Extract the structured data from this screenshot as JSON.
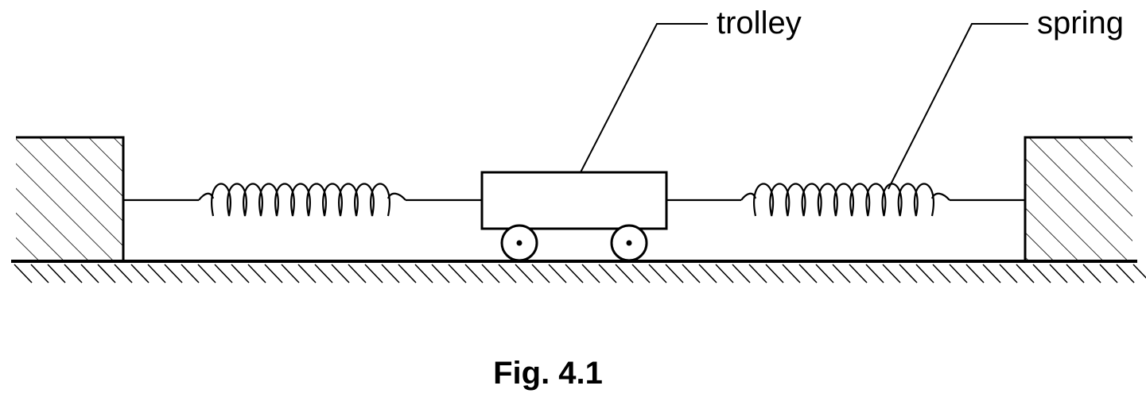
{
  "labels": {
    "trolley": "trolley",
    "spring": "spring"
  },
  "caption": "Fig. 4.1",
  "colors": {
    "ink": "#000000",
    "background": "#ffffff"
  }
}
